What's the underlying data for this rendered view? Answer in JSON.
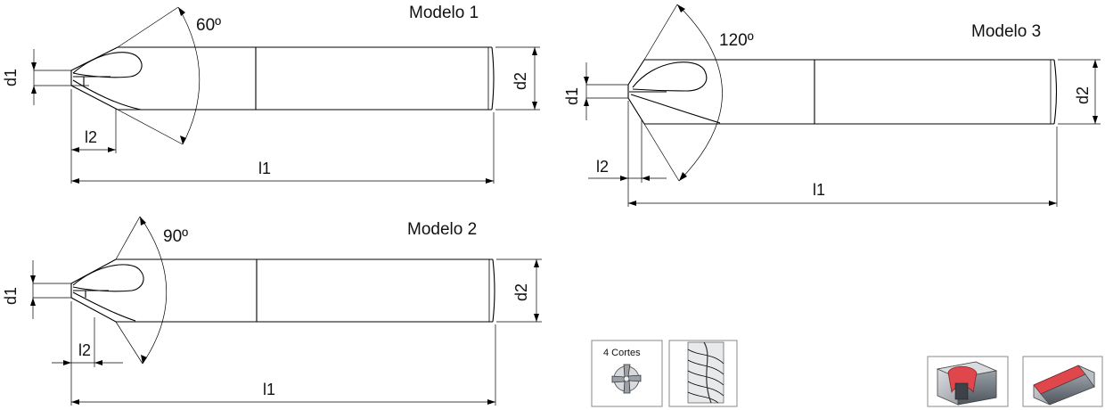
{
  "models": [
    {
      "title": "Modelo 1",
      "angle": "60º",
      "d1": "d1",
      "d2": "d2",
      "l1": "l1",
      "l2": "l2"
    },
    {
      "title": "Modelo 2",
      "angle": "90º",
      "d1": "d1",
      "d2": "d2",
      "l1": "l1",
      "l2": "l2"
    },
    {
      "title": "Modelo 3",
      "angle": "120º",
      "d1": "d1",
      "d2": "d2",
      "l1": "l1",
      "l2": "l2"
    }
  ],
  "icons": {
    "cuts_label": "4 Cortes",
    "cuts_icon": "four-flute-cross-section-icon",
    "flute_icon": "helical-flute-icon",
    "chamfer_icon_1": "inner-chamfer-workpiece-icon",
    "chamfer_icon_2": "edge-chamfer-workpiece-icon",
    "accent_color": "#e0474c"
  }
}
